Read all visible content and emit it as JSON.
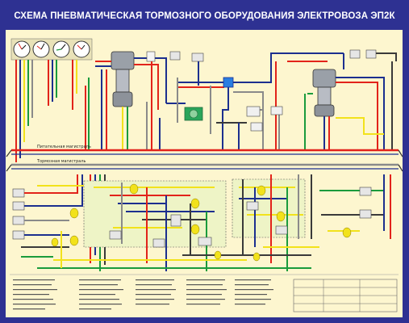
{
  "title": "СХЕМА ПНЕВМАТИЧЕСКАЯ ТОРМОЗНОГО ОБОРУДОВАНИЯ ЭЛЕКТРОВОЗА ЭП2К",
  "lines": {
    "supply": "Питательная магистраль",
    "brake": "Тормозная магистраль"
  },
  "colors": {
    "frame": "#2e3192",
    "board": "#fdf6cf",
    "red": "#e2231a",
    "blue": "#1c2f8f",
    "green": "#1a9b3c",
    "yellow": "#f2e21b",
    "gray": "#8a8a8a",
    "dark": "#3a3a3a",
    "olive": "#9bb33c"
  },
  "gauges": [
    "gauge-1",
    "gauge-2",
    "gauge-3",
    "gauge-4"
  ]
}
